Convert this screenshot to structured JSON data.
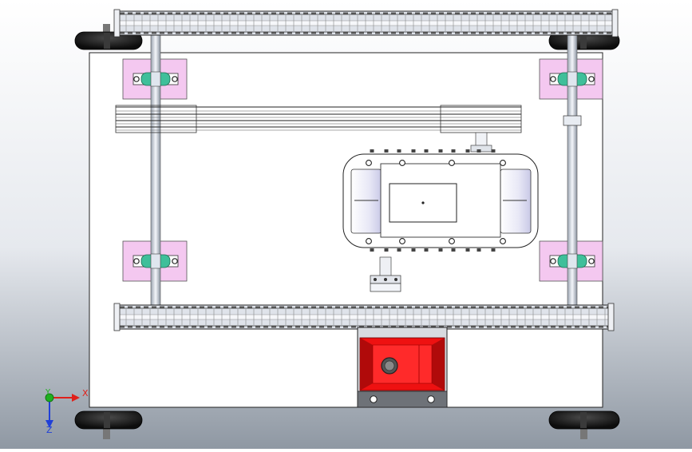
{
  "view": {
    "background_top": "#ffffff",
    "background_bottom": "#8f98a3"
  },
  "axis_triad": {
    "x_label": "X",
    "y_label": "Y",
    "z_label": "Z",
    "x_color": "#e0201a",
    "y_color": "#1fb020",
    "z_color": "#2040d8"
  },
  "model": {
    "plate_color": "#ffffff",
    "bearing_pad_color": "#f4c8f0",
    "bearing_housing_color": "#3fbf9a",
    "motor_color": "#ee1111",
    "motor_shadow_color": "#b00a0a",
    "gearbox_face_color": "#ffffff",
    "chain_color": "#dfe3ea",
    "wheel_color": "#141414"
  }
}
